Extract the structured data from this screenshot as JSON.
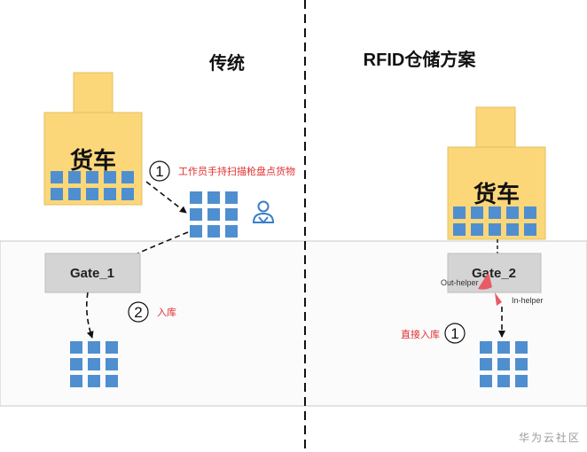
{
  "titles": {
    "traditional": "传统",
    "rfid": "RFID仓储方案"
  },
  "trucks": {
    "left": "货车",
    "right": "货车"
  },
  "gates": {
    "left": "Gate_1",
    "right": "Gate_2"
  },
  "steps": {
    "left_1_number": "1",
    "left_1_label": "工作员手持扫描枪盘点货物",
    "left_2_number": "2",
    "left_2_label": "入库",
    "right_1_number": "1",
    "right_1_label": "直接入库"
  },
  "helpers": {
    "out": "Out-helper",
    "in": "In-helper"
  },
  "icons": {
    "worker": "person-icon"
  },
  "watermark": "华为云社区",
  "colors": {
    "truck_fill": "#fbd77a",
    "truck_stroke": "#e6bf5d",
    "box_blue": "#4f8fd0",
    "gate_fill": "#d4d4d4",
    "band_fill": "#fbfbfb",
    "band_stroke": "#c8c8c8",
    "step_red": "#e03030",
    "helper_red": "#e75b65"
  }
}
